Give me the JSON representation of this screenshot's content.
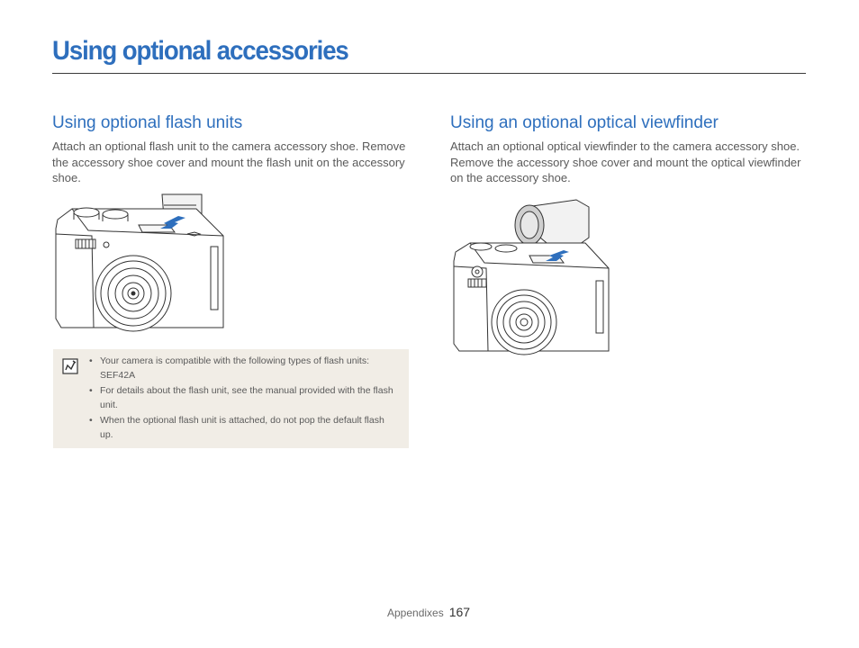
{
  "page": {
    "title": "Using optional accessories"
  },
  "left_section": {
    "heading": "Using optional flash units",
    "body": "Attach an optional flash unit to the camera accessory shoe. Remove the accessory shoe cover and mount the flash unit on the accessory shoe."
  },
  "right_section": {
    "heading": "Using an optional optical viewfinder",
    "body": "Attach an optional optical viewfinder to the camera accessory shoe. Remove the accessory shoe cover and mount the optical viewfinder on the accessory shoe."
  },
  "note": {
    "icon": "note-pencil-icon",
    "items": [
      "Your camera is compatible with the following types of flash units: SEF42A",
      "For details about the flash unit, see the manual provided with the flash unit.",
      "When the optional flash unit is attached, do not pop the default flash up."
    ]
  },
  "footer": {
    "section": "Appendixes",
    "page_number": "167"
  },
  "colors": {
    "accent": "#2e6fbd",
    "note_background": "#f1ede6",
    "arrow": "#2e6fbd"
  }
}
